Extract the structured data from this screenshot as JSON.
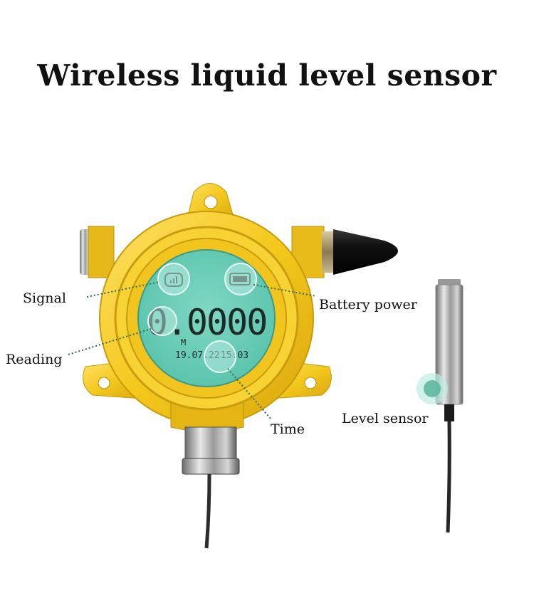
{
  "title": "Wireless liquid level sensor",
  "labels": {
    "signal": "Signal",
    "battery": "Battery power",
    "reading": "Reading",
    "time": "Time",
    "level_sensor": "Level sensor"
  },
  "display": {
    "reading": "0.0000",
    "unit": "M",
    "date": "19.07.22",
    "time": "15:03"
  },
  "colors": {
    "housing": "#f2c81c",
    "screen": "#67cdb6",
    "callout_line": "#2e6b46",
    "highlight": "#9be0cf"
  }
}
